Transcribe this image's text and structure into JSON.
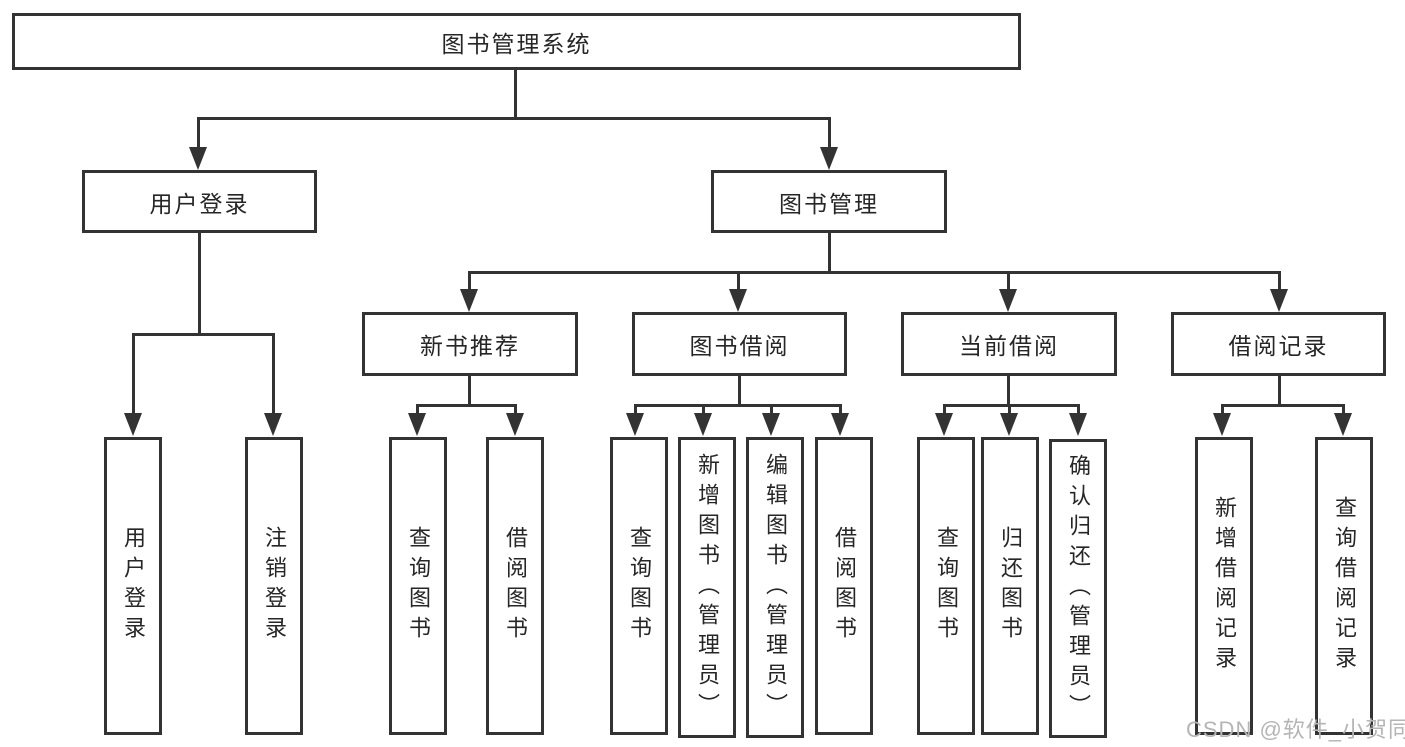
{
  "tree": {
    "root": {
      "label": "图书管理系统"
    },
    "branches": [
      {
        "label": "用户登录",
        "children": [
          {
            "label": "用户登录"
          },
          {
            "label": "注销登录"
          }
        ]
      },
      {
        "label": "图书管理",
        "children": [
          {
            "label": "新书推荐",
            "children": [
              {
                "label": "查询图书"
              },
              {
                "label": "借阅图书"
              }
            ]
          },
          {
            "label": "图书借阅",
            "children": [
              {
                "label": "查询图书"
              },
              {
                "label": "新增图书（管理员）"
              },
              {
                "label": "编辑图书（管理员）"
              },
              {
                "label": "借阅图书"
              }
            ]
          },
          {
            "label": "当前借阅",
            "children": [
              {
                "label": "查询图书"
              },
              {
                "label": "归还图书"
              },
              {
                "label": "确认归还（管理员）"
              }
            ]
          },
          {
            "label": "借阅记录",
            "children": [
              {
                "label": "新增借阅记录"
              },
              {
                "label": "查询借阅记录"
              }
            ]
          }
        ]
      }
    ]
  },
  "watermark": {
    "text": "CSDN @软件_小贺同学"
  },
  "colors": {
    "line": "#333333",
    "text": "#262626",
    "watermark": "#b5b5b5",
    "background": "#ffffff"
  }
}
